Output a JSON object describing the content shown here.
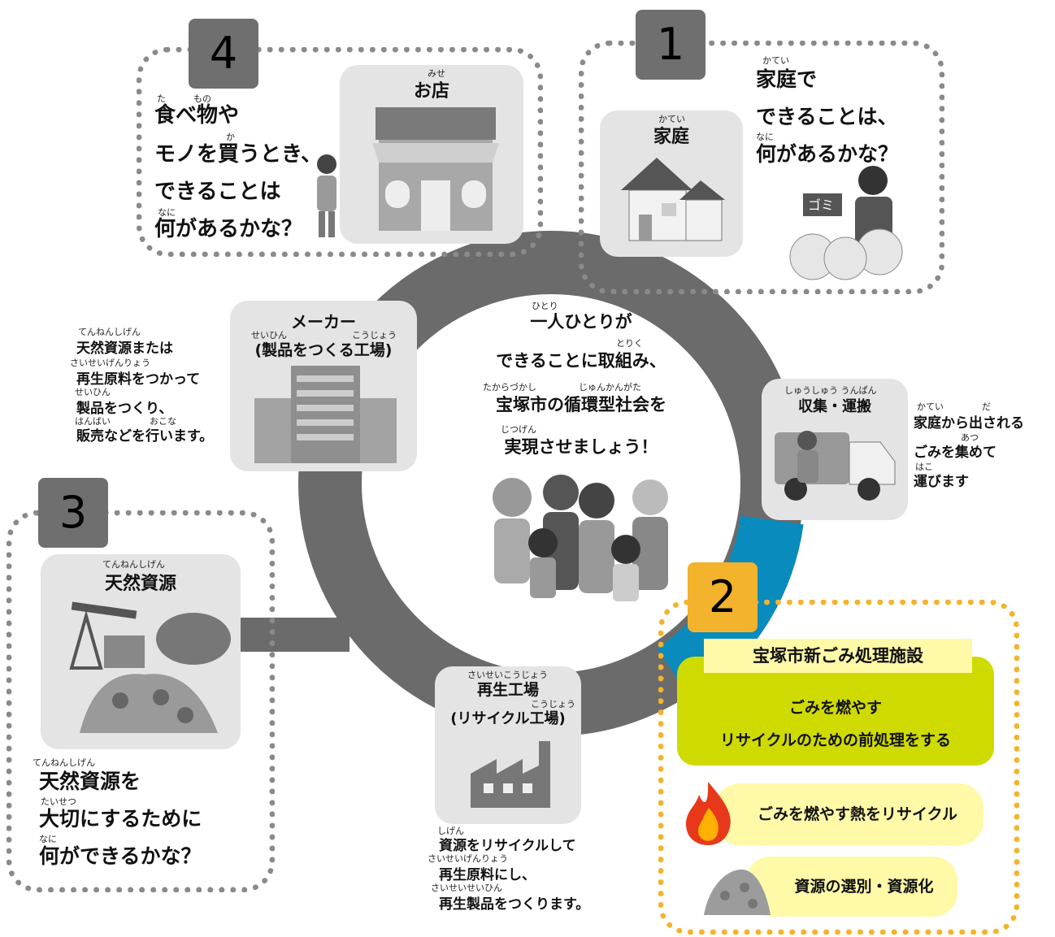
{
  "center": {
    "line1_ruby": "ひとり",
    "line1": "一人ひとりが",
    "line2_ruby": "とりく",
    "line2": "できることに取組み、",
    "line3_ruby_a": "たからづかし",
    "line3_ruby_b": "じゅんかんがた",
    "line3": "宝塚市の循環型社会を",
    "line4_ruby": "じつげん",
    "line4": "実現させましょう！"
  },
  "section1": {
    "number": "1",
    "card_ruby": "かてい",
    "card_title": "家庭",
    "q_ruby1": "かてい",
    "q_line1": "家庭で",
    "q_line2": "できることは、",
    "q_ruby3": "なに",
    "q_line3": "何があるかな？",
    "sign": "ゴミ"
  },
  "section2": {
    "number": "2",
    "header": "宝塚市新ごみ処理施設",
    "box_line1": "ごみを燃やす",
    "box_line2": "リサイクルのための前処理をする",
    "pill1": "ごみを燃やす熱をリサイクル",
    "pill2": "資源の選別・資源化"
  },
  "section3": {
    "number": "3",
    "card_ruby": "てんねんしげん",
    "card_title": "天然資源",
    "q_ruby1": "てんねんしげん",
    "q_line1": "天然資源を",
    "q_ruby2": "たいせつ",
    "q_line2": "大切にするために",
    "q_ruby3": "なに",
    "q_line3": "何ができるかな？"
  },
  "section4": {
    "number": "4",
    "card_ruby": "みせ",
    "card_title": "お店",
    "q_ruby1a": "た",
    "q_ruby1b": "もの",
    "q_line1": "食べ物や",
    "q_ruby2": "か",
    "q_line2": "モノを買うとき、",
    "q_line3": "できることは",
    "q_ruby4": "なに",
    "q_line4": "何があるかな？"
  },
  "maker": {
    "title": "メーカー",
    "ruby_a": "せいひん",
    "ruby_b": "こうじょう",
    "subtitle": "(製品をつくる工場)",
    "desc_ruby1": "てんねんしげん",
    "desc1": "天然資源または",
    "desc_ruby2": "さいせいげんりょう",
    "desc2": "再生原料をつかって",
    "desc_ruby3": "せいひん",
    "desc3": "製品をつくり、",
    "desc_ruby4a": "はんばい",
    "desc_ruby4b": "おこな",
    "desc4": "販売などを行います。"
  },
  "collection": {
    "ruby": "しゅうしゅう うんぱん",
    "title": "収集・運搬",
    "desc_ruby1a": "かてい",
    "desc_ruby1b": "だ",
    "desc1": "家庭から出される",
    "desc_ruby2": "あつ",
    "desc2": "ごみを集めて",
    "desc_ruby3": "はこ",
    "desc3": "運びます"
  },
  "recycle": {
    "ruby1": "さいせいこうじょう",
    "title": "再生工場",
    "ruby2": "こうじょう",
    "subtitle": "(リサイクル工場)",
    "desc_ruby1": "しげん",
    "desc1": "資源をリサイクルして",
    "desc_ruby2": "さいせいげんりょう",
    "desc2": "再生原料にし、",
    "desc_ruby3": "さいせいせいひん",
    "desc3": "再生製品をつくります。"
  },
  "colors": {
    "ring": "#6b6b6b",
    "ring_accent": "#0a8bbd",
    "gray_dash": "#8a8a8a",
    "orange": "#f4b32d",
    "lime": "#cfdb00",
    "pale_yellow": "#fff9a8"
  }
}
